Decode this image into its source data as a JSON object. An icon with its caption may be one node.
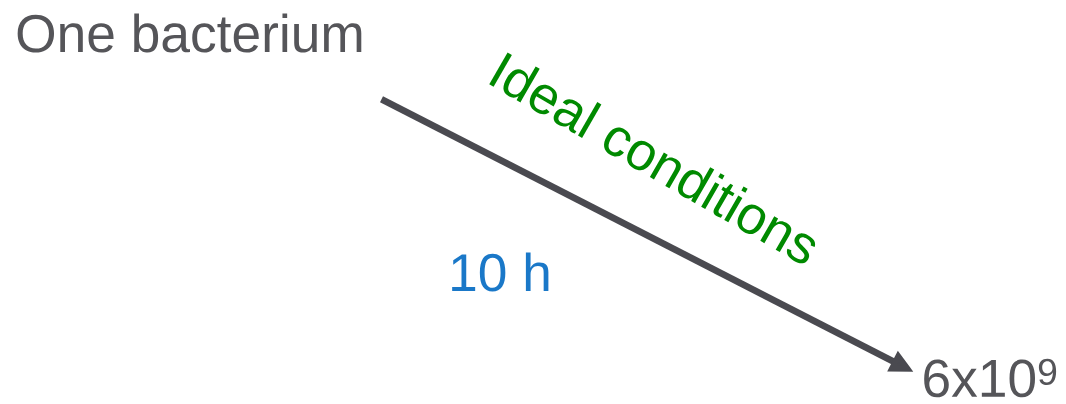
{
  "diagram": {
    "nodes": [
      {
        "text": [
          "One bacterium"
        ]
      },
      {
        "text": [
          "6x10$^{9}$"
        ]
      }
    ],
    "edges": [
      {
        "from": 0,
        "to": 1,
        "arrow": "to",
        "label": "Ideal conditions"
      }
    ],
    "labels": [
      "10 h"
    ]
  }
}
